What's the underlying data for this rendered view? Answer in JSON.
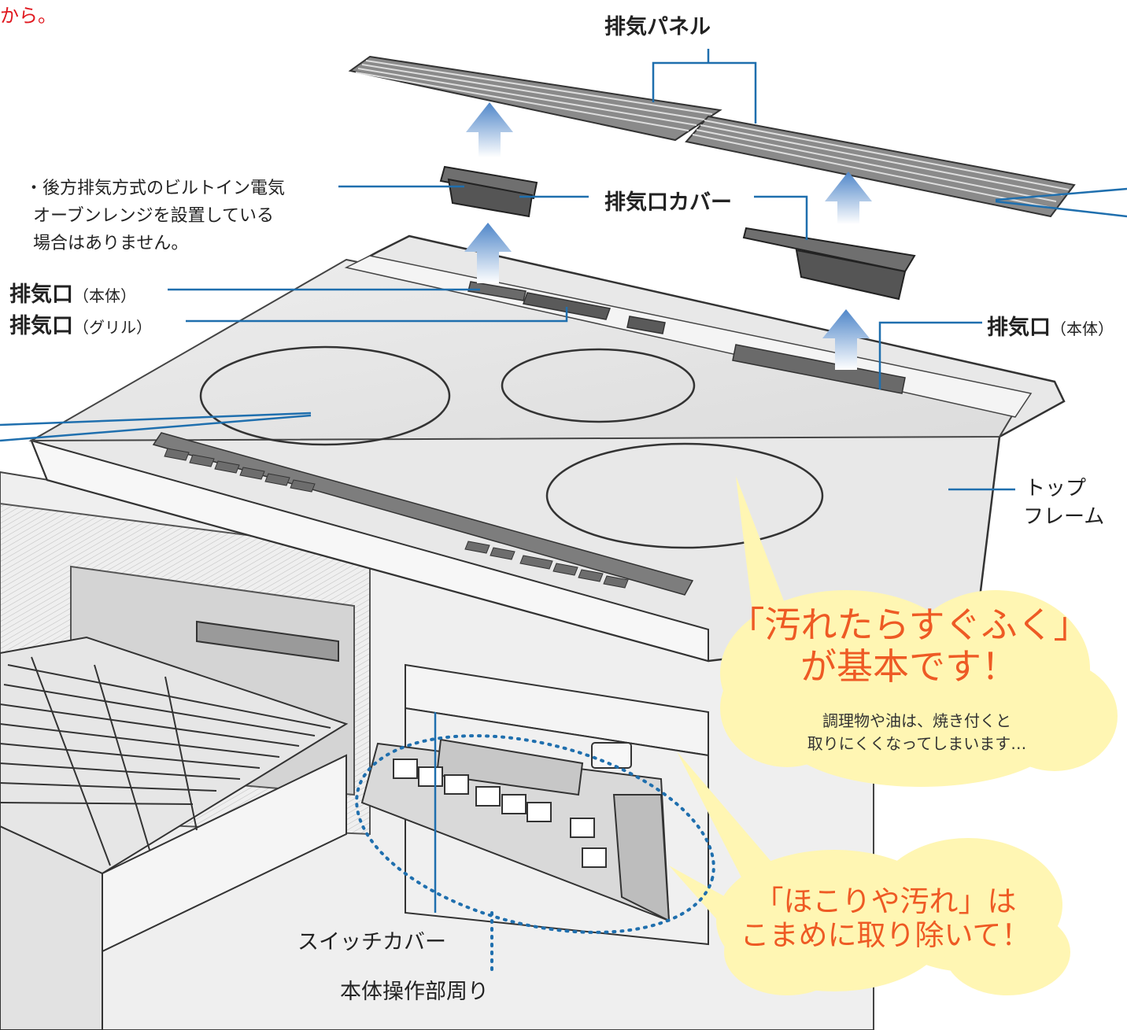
{
  "corner_text": "から。",
  "labels": {
    "exhaust_panel": "排気パネル",
    "exhaust_cover": "排気口カバー",
    "exhaust_main_left": "排気口",
    "exhaust_main_left_sub": "（本体）",
    "exhaust_grill": "排気口",
    "exhaust_grill_sub": "（グリル）",
    "exhaust_main_right": "排気口",
    "exhaust_main_right_sub": "（本体）",
    "top_frame_line1": "トップ",
    "top_frame_line2": "フレーム",
    "switch_cover": "スイッチカバー",
    "body_control": "本体操作部周り"
  },
  "note": {
    "line1": "・後方排気方式のビルトイン電気",
    "line2": "オーブンレンジを設置している",
    "line3": "場合はありません。"
  },
  "bubble_top": {
    "head1": "「汚れたらすぐふく」",
    "head2": "が基本です！",
    "sub1": "調理物や油は、焼き付くと",
    "sub2": "取りにくくなってしまいます…"
  },
  "bubble_bottom": {
    "head1": "「ほこりや汚れ」は",
    "head2": "こまめに取り除いて！"
  },
  "colors": {
    "leader": "#1f6fae",
    "bubble_fill": "#fff6b3",
    "bubble_text": "#ee5a24",
    "accent_red": "#e0171e"
  }
}
